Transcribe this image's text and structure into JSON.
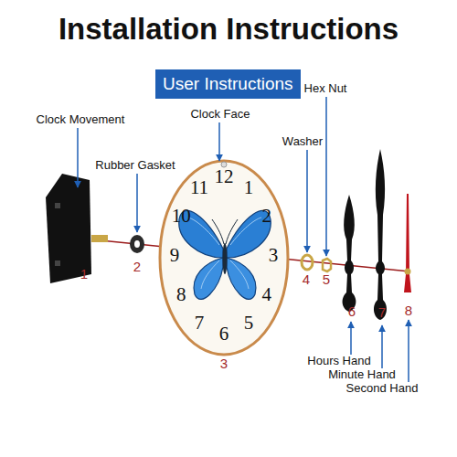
{
  "diagram": {
    "title": "Installation Instructions",
    "nodes": [
      {
        "text": [
          "User Instructions"
        ]
      }
    ],
    "labels": [
      "Clock Movement",
      "Clock Face",
      "Hex Nut",
      "Washer",
      "Rubber Gasket",
      "12",
      "1",
      "2",
      "3",
      "4",
      "5",
      "6",
      "7",
      "8",
      "9",
      "10",
      "11",
      "1",
      "2",
      "3",
      "4",
      "5",
      "6",
      "7",
      "8",
      "Hours Hand",
      "Minute Hand",
      "Second Hand"
    ]
  }
}
